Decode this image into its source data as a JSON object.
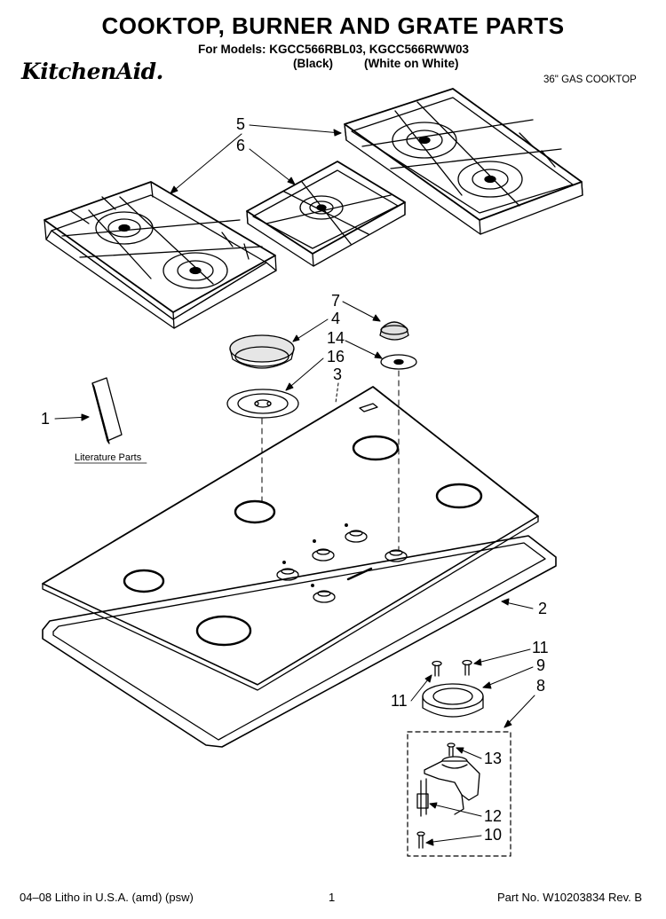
{
  "header": {
    "title": "COOKTOP, BURNER AND GRATE PARTS",
    "models_line": "For Models: KGCC566RBL03, KGCC566RWW03",
    "variant_black": "(Black)",
    "variant_white": "(White on White)",
    "brand": "KitchenAid.",
    "product_type": "36\" GAS COOKTOP"
  },
  "diagram": {
    "literature_label": "Literature Parts",
    "callouts": {
      "c1": "1",
      "c2": "2",
      "c3": "3",
      "c4": "4",
      "c5": "5",
      "c6": "6",
      "c7": "7",
      "c8": "8",
      "c9": "9",
      "c10": "10",
      "c11a": "11",
      "c11b": "11",
      "c12": "12",
      "c13": "13",
      "c14": "14",
      "c16": "16"
    }
  },
  "footer": {
    "litho": "04–08 Litho in U.S.A. (amd) (psw)",
    "page_number": "1",
    "part_number": "Part No. W10203834 Rev. B"
  }
}
